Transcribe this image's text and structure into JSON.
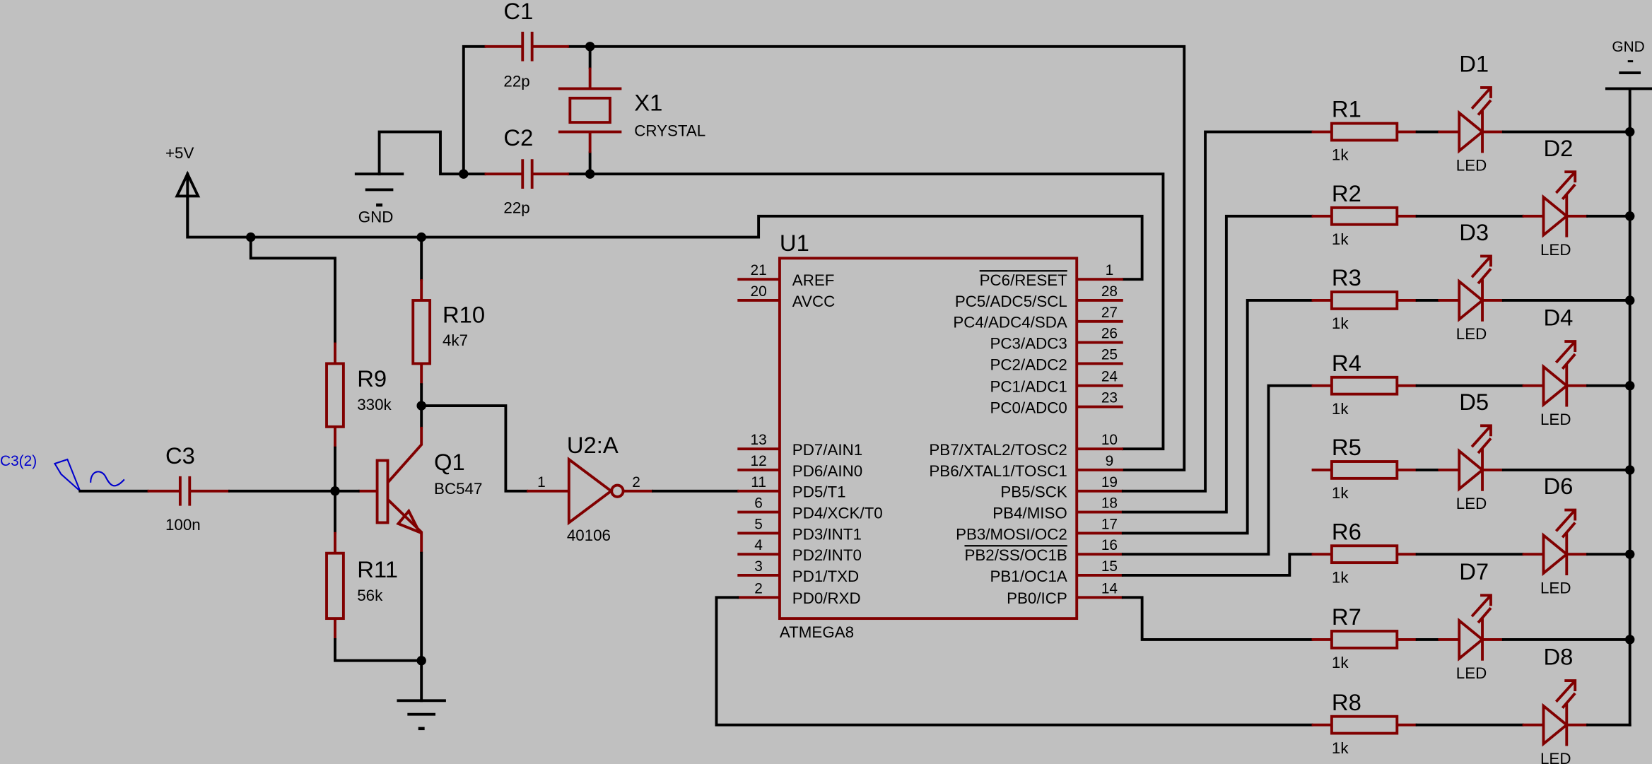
{
  "schematic": {
    "power": {
      "vcc_label": "+5V",
      "gnd_label": "GND",
      "gnd_right_label": "GND"
    },
    "generator": {
      "label": "C3(2)"
    },
    "capacitors": [
      {
        "ref": "C1",
        "value": "22p"
      },
      {
        "ref": "C2",
        "value": "22p"
      },
      {
        "ref": "C3",
        "value": "100n"
      }
    ],
    "crystal": {
      "ref": "X1",
      "value": "CRYSTAL"
    },
    "transistor": {
      "ref": "Q1",
      "value": "BC547"
    },
    "inverter": {
      "ref": "U2:A",
      "value": "40106",
      "pin_in": "1",
      "pin_out": "2"
    },
    "bias_resistors": [
      {
        "ref": "R9",
        "value": "330k"
      },
      {
        "ref": "R10",
        "value": "4k7"
      },
      {
        "ref": "R11",
        "value": "56k"
      }
    ],
    "mcu": {
      "ref": "U1",
      "value": "ATMEGA8",
      "left_pins": [
        {
          "num": "21",
          "name": "AREF"
        },
        {
          "num": "20",
          "name": "AVCC"
        },
        {
          "num": "13",
          "name": "PD7/AIN1"
        },
        {
          "num": "12",
          "name": "PD6/AIN0"
        },
        {
          "num": "11",
          "name": "PD5/T1"
        },
        {
          "num": "6",
          "name": "PD4/XCK/T0"
        },
        {
          "num": "5",
          "name": "PD3/INT1"
        },
        {
          "num": "4",
          "name": "PD2/INT0"
        },
        {
          "num": "3",
          "name": "PD1/TXD"
        },
        {
          "num": "2",
          "name": "PD0/RXD"
        }
      ],
      "right_pins": [
        {
          "num": "1",
          "name": "PC6/RESET"
        },
        {
          "num": "28",
          "name": "PC5/ADC5/SCL"
        },
        {
          "num": "27",
          "name": "PC4/ADC4/SDA"
        },
        {
          "num": "26",
          "name": "PC3/ADC3"
        },
        {
          "num": "25",
          "name": "PC2/ADC2"
        },
        {
          "num": "24",
          "name": "PC1/ADC1"
        },
        {
          "num": "23",
          "name": "PC0/ADC0"
        },
        {
          "num": "10",
          "name": "PB7/XTAL2/TOSC2"
        },
        {
          "num": "9",
          "name": "PB6/XTAL1/TOSC1"
        },
        {
          "num": "19",
          "name": "PB5/SCK"
        },
        {
          "num": "18",
          "name": "PB4/MISO"
        },
        {
          "num": "17",
          "name": "PB3/MOSI/OC2"
        },
        {
          "num": "16",
          "name": "PB2/SS/OC1B"
        },
        {
          "num": "15",
          "name": "PB1/OC1A"
        },
        {
          "num": "14",
          "name": "PB0/ICP"
        }
      ]
    },
    "led_resistors": [
      {
        "ref": "R1",
        "value": "1k"
      },
      {
        "ref": "R2",
        "value": "1k"
      },
      {
        "ref": "R3",
        "value": "1k"
      },
      {
        "ref": "R4",
        "value": "1k"
      },
      {
        "ref": "R5",
        "value": "1k"
      },
      {
        "ref": "R6",
        "value": "1k"
      },
      {
        "ref": "R7",
        "value": "1k"
      },
      {
        "ref": "R8",
        "value": "1k"
      }
    ],
    "leds": [
      {
        "ref": "D1",
        "value": "LED"
      },
      {
        "ref": "D2",
        "value": "LED"
      },
      {
        "ref": "D3",
        "value": "LED"
      },
      {
        "ref": "D4",
        "value": "LED"
      },
      {
        "ref": "D5",
        "value": "LED"
      },
      {
        "ref": "D6",
        "value": "LED"
      },
      {
        "ref": "D7",
        "value": "LED"
      },
      {
        "ref": "D8",
        "value": "LED"
      }
    ],
    "colors": {
      "background": "#c0c0c0",
      "component": "#800000",
      "wire": "#000000",
      "generator": "#0000cc"
    }
  }
}
